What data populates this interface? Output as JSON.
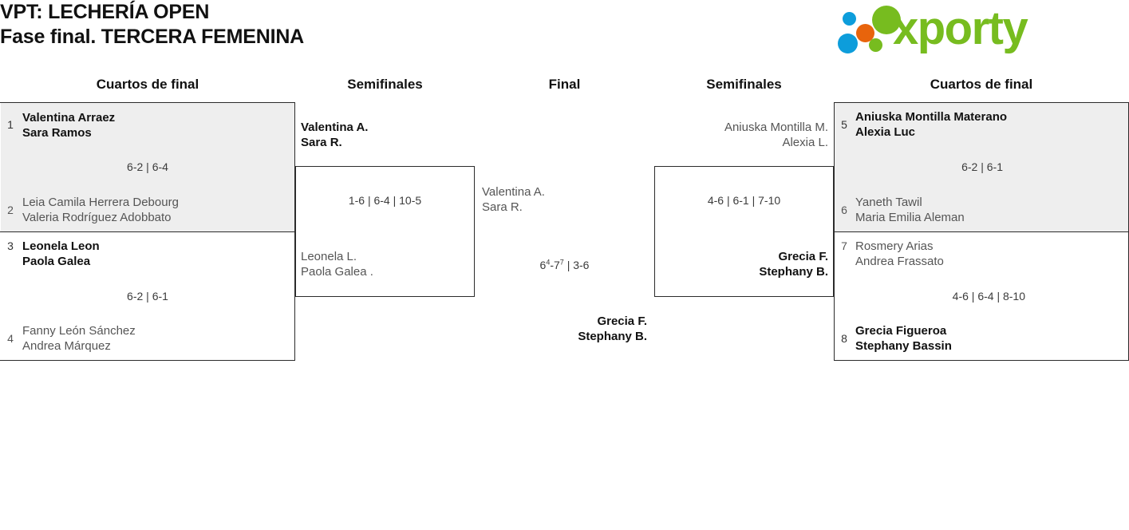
{
  "header": {
    "title_line1": "VPT: LECHERÍA OPEN",
    "title_line2": "Fase final. TERCERA FEMENINA",
    "logo": {
      "wordmark": "xporty",
      "dot_blue": "#0d9ddb",
      "dot_orange": "#e8640c",
      "dot_green": "#77bc1f"
    }
  },
  "rounds": {
    "qf_left_label": "Cuartos de final",
    "sf_left_label": "Semifinales",
    "final_label": "Final",
    "sf_right_label": "Semifinales",
    "qf_right_label": "Cuartos de final"
  },
  "colors": {
    "shaded_row": "#eeeeee",
    "border": "#2b2b2b",
    "winner_text": "#111111",
    "loser_text": "#555555"
  },
  "bracket": {
    "quarterfinals_left": [
      {
        "seed_top": "1",
        "team_top_p1": "Valentina Arraez",
        "team_top_p2": "Sara Ramos",
        "seed_bottom": "2",
        "team_bottom_p1": "Leia Camila Herrera Debourg",
        "team_bottom_p2": "Valeria Rodríguez Adobbato",
        "score": "6-2 | 6-4",
        "winner": "top"
      },
      {
        "seed_top": "3",
        "team_top_p1": "Leonela Leon",
        "team_top_p2": "Paola Galea",
        "seed_bottom": "4",
        "team_bottom_p1": "Fanny León Sánchez",
        "team_bottom_p2": "Andrea Márquez",
        "score": "6-2 | 6-1",
        "winner": "top"
      }
    ],
    "semifinal_left": {
      "team_top_p1": "Valentina A.",
      "team_top_p2": "Sara R.",
      "team_bottom_p1": "Leonela L.",
      "team_bottom_p2": "Paola Galea .",
      "score": "1-6 | 6-4 | 10-5",
      "winner": "top"
    },
    "final": {
      "team_left_p1": "Valentina A.",
      "team_left_p2": "Sara R.",
      "team_right_p1": "Grecia F.",
      "team_right_p2": "Stephany B.",
      "score_pre": "6",
      "score_sup1": "4",
      "score_mid": "-7",
      "score_sup2": "7",
      "score_post": " | 3-6",
      "score_full": "6⁴-7⁷ | 3-6",
      "winner": "right"
    },
    "semifinal_right": {
      "team_top_p1": "Aniuska Montilla M.",
      "team_top_p2": "Alexia L.",
      "team_bottom_p1": "Grecia F.",
      "team_bottom_p2": "Stephany B.",
      "score": "4-6 | 6-1 | 7-10",
      "winner": "bottom"
    },
    "quarterfinals_right": [
      {
        "seed_top": "5",
        "team_top_p1": "Aniuska Montilla Materano",
        "team_top_p2": "Alexia Luc",
        "seed_bottom": "6",
        "team_bottom_p1": "Yaneth Tawil",
        "team_bottom_p2": "Maria Emilia Aleman",
        "score": "6-2 | 6-1",
        "winner": "top"
      },
      {
        "seed_top": "7",
        "team_top_p1": "Rosmery Arias",
        "team_top_p2": "Andrea Frassato",
        "seed_bottom": "8",
        "team_bottom_p1": "Grecia Figueroa",
        "team_bottom_p2": "Stephany Bassin",
        "score": "4-6 | 6-4 | 8-10",
        "winner": "bottom"
      }
    ]
  }
}
